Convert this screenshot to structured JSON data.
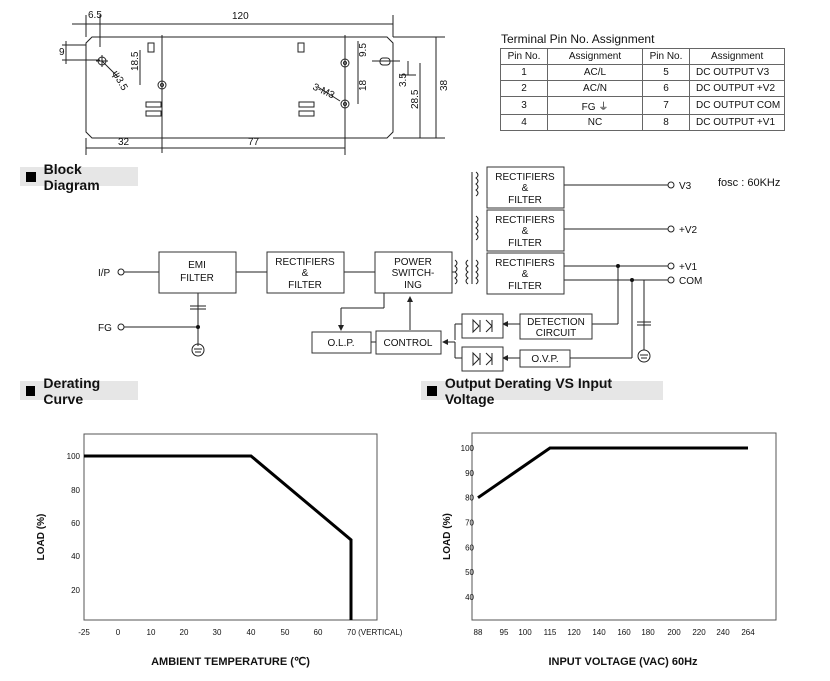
{
  "mechanical": {
    "dims": {
      "d6_5": "6.5",
      "d120": "120",
      "d9": "9",
      "d18_5": "18.5",
      "hole": "ψ3.5",
      "d9_5": "9.5",
      "d18": "18",
      "d3_5": "3.5",
      "d28_5": "28.5",
      "d38": "38",
      "screw": "3-M3",
      "d32": "32",
      "d77": "77"
    }
  },
  "pin_table": {
    "title": "Terminal Pin No.  Assignment",
    "headers": [
      "Pin No.",
      "Assignment",
      "Pin No.",
      "Assignment"
    ],
    "rows": [
      [
        "1",
        "AC/L",
        "5",
        "DC OUTPUT V3"
      ],
      [
        "2",
        "AC/N",
        "6",
        "DC OUTPUT +V2"
      ],
      [
        "3",
        "FG ⏚",
        "7",
        "DC OUTPUT COM"
      ],
      [
        "4",
        "NC",
        "8",
        "DC OUTPUT +V1"
      ]
    ]
  },
  "block_diagram": {
    "heading": "Block Diagram",
    "fosc": "fosc : 60KHz",
    "inputs": {
      "ip": "I/P",
      "fg": "FG"
    },
    "emi": [
      "EMI",
      "FILTER"
    ],
    "rect_in": [
      "RECTIFIERS",
      "&",
      "FILTER"
    ],
    "power": [
      "POWER",
      "SWITCH-",
      "ING"
    ],
    "rect_out": [
      "RECTIFIERS",
      "&",
      "FILTER"
    ],
    "olp": "O.L.P.",
    "control": "CONTROL",
    "detection": [
      "DETECTION",
      "CIRCUIT"
    ],
    "ovp": "O.V.P.",
    "outputs": {
      "v3": "V3",
      "v2": "+V2",
      "v1": "+V1",
      "com": "COM"
    }
  },
  "derating": {
    "heading": "Derating Curve",
    "chart_data": {
      "type": "line",
      "xlabel": "AMBIENT TEMPERATURE (℃)",
      "ylabel": "LOAD (%)",
      "x_ticks": [
        "-25",
        "0",
        "10",
        "20",
        "30",
        "40",
        "50",
        "60",
        "70 (VERTICAL)"
      ],
      "y_ticks": [
        "100",
        "80",
        "60",
        "40",
        "20"
      ],
      "series": [
        {
          "x": [
            -25,
            40,
            70,
            70
          ],
          "y": [
            100,
            100,
            50,
            0
          ]
        }
      ]
    }
  },
  "input_derating": {
    "heading": "Output Derating VS Input Voltage",
    "chart_data": {
      "type": "line",
      "xlabel": "INPUT VOLTAGE (VAC) 60Hz",
      "ylabel": "LOAD (%)",
      "x_ticks": [
        "88",
        "95",
        "100",
        "115",
        "120",
        "140",
        "160",
        "180",
        "200",
        "220",
        "240",
        "264"
      ],
      "y_ticks": [
        "100",
        "90",
        "80",
        "70",
        "60",
        "50",
        "40"
      ],
      "series": [
        {
          "x": [
            88,
            115,
            264
          ],
          "y": [
            80,
            100,
            100
          ]
        }
      ]
    }
  }
}
